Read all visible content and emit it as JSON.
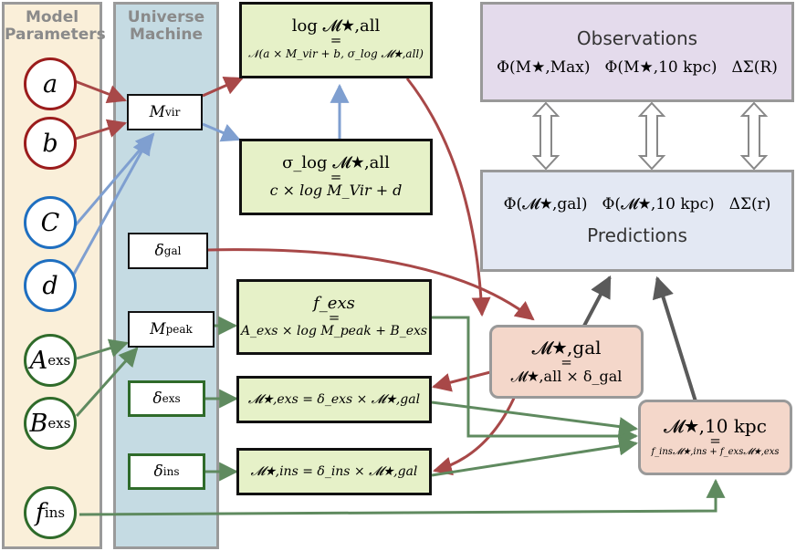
{
  "columns": {
    "model_parameters": {
      "line1": "Model",
      "line2": "Parameters"
    },
    "universe_machine": {
      "line1": "Universe",
      "line2": "Machine"
    }
  },
  "parameters": [
    {
      "id": "a",
      "symbol": "a",
      "subscript": ""
    },
    {
      "id": "b",
      "symbol": "b",
      "subscript": ""
    },
    {
      "id": "c",
      "symbol": "C",
      "subscript": ""
    },
    {
      "id": "d",
      "symbol": "d",
      "subscript": ""
    },
    {
      "id": "aexs",
      "symbol": "A",
      "subscript": "exs"
    },
    {
      "id": "bexs",
      "symbol": "B",
      "subscript": "exs"
    },
    {
      "id": "fins",
      "symbol": "f",
      "subscript": "ins"
    }
  ],
  "um_boxes": {
    "mvir": {
      "symbol": "M",
      "subscript": "vir"
    },
    "delta_gal": {
      "symbol": "δ",
      "subscript": "gal"
    },
    "mpeak": {
      "symbol": "M",
      "subscript": "peak"
    },
    "delta_exs": {
      "symbol": "δ",
      "subscript": "exs"
    },
    "delta_ins": {
      "symbol": "δ",
      "subscript": "ins"
    }
  },
  "relations": {
    "log_mstar_all": {
      "top": "log 𝓜★,all",
      "eq": "=",
      "bottom": "𝒩(a × M_vir + b, σ_log 𝓜★,all)"
    },
    "sigma": {
      "top": "σ_log 𝓜★,all",
      "eq": "=",
      "bottom": "c × log M_Vir + d"
    },
    "fexs": {
      "top": "f_exs",
      "eq": "=",
      "bottom": "A_exs × log M_peak + B_exs"
    },
    "mstar_exs": {
      "text": "𝓜★,exs = δ_exs × 𝓜★,gal"
    },
    "mstar_ins": {
      "text": "𝓜★,ins = δ_ins × 𝓜★,gal"
    }
  },
  "stellar_mass": {
    "gal": {
      "top": "𝓜★,gal",
      "eq": "=",
      "bottom": "𝓜★,all × δ_gal"
    },
    "ten_kpc": {
      "top": "𝓜★,10 kpc",
      "eq": "=",
      "bottom": "f_ins𝓜★,ins + f_exs𝓜★,exs"
    }
  },
  "observations": {
    "title": "Observations",
    "items": [
      "Φ(M★,Max)",
      "Φ(M★,10 kpc)",
      "ΔΣ(R)"
    ]
  },
  "predictions": {
    "title": "Predictions",
    "items": [
      "Φ(𝓜★,gal)",
      "Φ(𝓜★,10 kpc)",
      "ΔΣ(r)"
    ]
  },
  "colors": {
    "red": "#a84848",
    "blue": "#7f9fd0",
    "green": "#5f8a5f",
    "gray": "#5a5a5a",
    "model_panel": "#faefd9",
    "universe_panel": "#c5dbe3",
    "relation_box": "#e6f1c8",
    "stellar_box": "#f4d7ca",
    "observations_box": "#e4dbec",
    "predictions_box": "#e3e8f3"
  }
}
